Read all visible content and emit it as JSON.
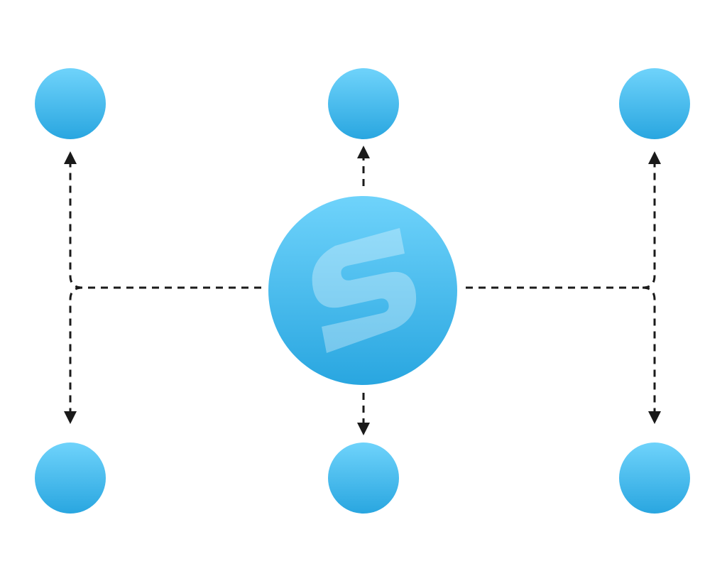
{
  "diagram": {
    "type": "hub-and-spoke",
    "hub": {
      "name": "hub-node",
      "logo_icon": "s-logo-icon",
      "logo_letter": "S"
    },
    "satellites": [
      {
        "id": "top-left"
      },
      {
        "id": "top-center"
      },
      {
        "id": "top-right"
      },
      {
        "id": "bottom-left"
      },
      {
        "id": "bottom-center"
      },
      {
        "id": "bottom-right"
      }
    ],
    "edges": [
      {
        "from": "hub",
        "to": "top-left",
        "style": "dashed-arrow"
      },
      {
        "from": "hub",
        "to": "bottom-left",
        "style": "dashed-arrow"
      },
      {
        "from": "hub",
        "to": "top-center",
        "style": "dashed-arrow"
      },
      {
        "from": "hub",
        "to": "bottom-center",
        "style": "dashed-arrow"
      },
      {
        "from": "hub",
        "to": "top-right",
        "style": "dashed-arrow"
      },
      {
        "from": "hub",
        "to": "bottom-right",
        "style": "dashed-arrow"
      }
    ]
  },
  "colors": {
    "node_gradient_top": "#6fd3fb",
    "node_gradient_bottom": "#29a6e0",
    "connector": "#1a1a1a",
    "background": "#ffffff",
    "logo_overlay": "#ffffff"
  }
}
